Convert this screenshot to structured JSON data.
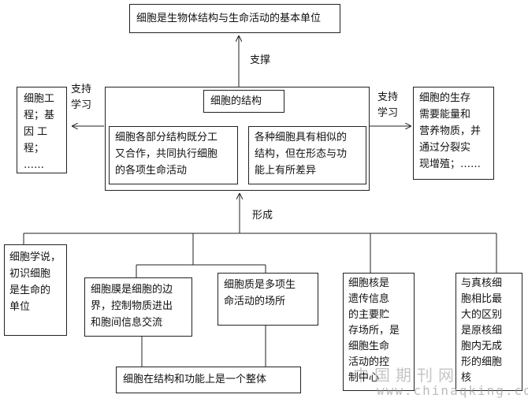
{
  "top_box": "细胞是生物体结构与生命活动的基本单位",
  "center": {
    "title": "细胞的结构",
    "left": "细胞各部分结构既分工\n又合作，共同执行细胞\n的各项生命活动",
    "right": "各种细胞具有相似的\n结构，但在形态与功\n能上有所差异"
  },
  "left_box": "细胞工\n程；基\n因 工\n程；\n……",
  "right_box": "细胞的生存\n需要能量和\n营养物质，并\n通过分裂实\n现增殖；……",
  "arrow_labels": {
    "up": "支撑",
    "left": "支持\n学习",
    "right": "支持\n学习",
    "form": "形成"
  },
  "bottom": {
    "cell_theory": "细胞学说，\n初识细胞\n是生命的\n单位",
    "membrane": "细胞膜是细胞的边\n界，控制物质进出\n和胞间信息交流",
    "cytoplasm": "细胞质是多项生\n命活动的场所",
    "nucleus": "细胞核是\n遗传信息\n的主要贮\n存场所，是\n细胞生命\n活动的控\n制中心",
    "prokaryote": "与真核细\n胞相比最\n大的区别\n是原核细\n胞内无成\n形的细胞\n核",
    "whole": "细胞在结构和功能上是一个整体"
  },
  "watermark": {
    "cn": "中国期刊网",
    "url": "www.chinaqking.com"
  }
}
